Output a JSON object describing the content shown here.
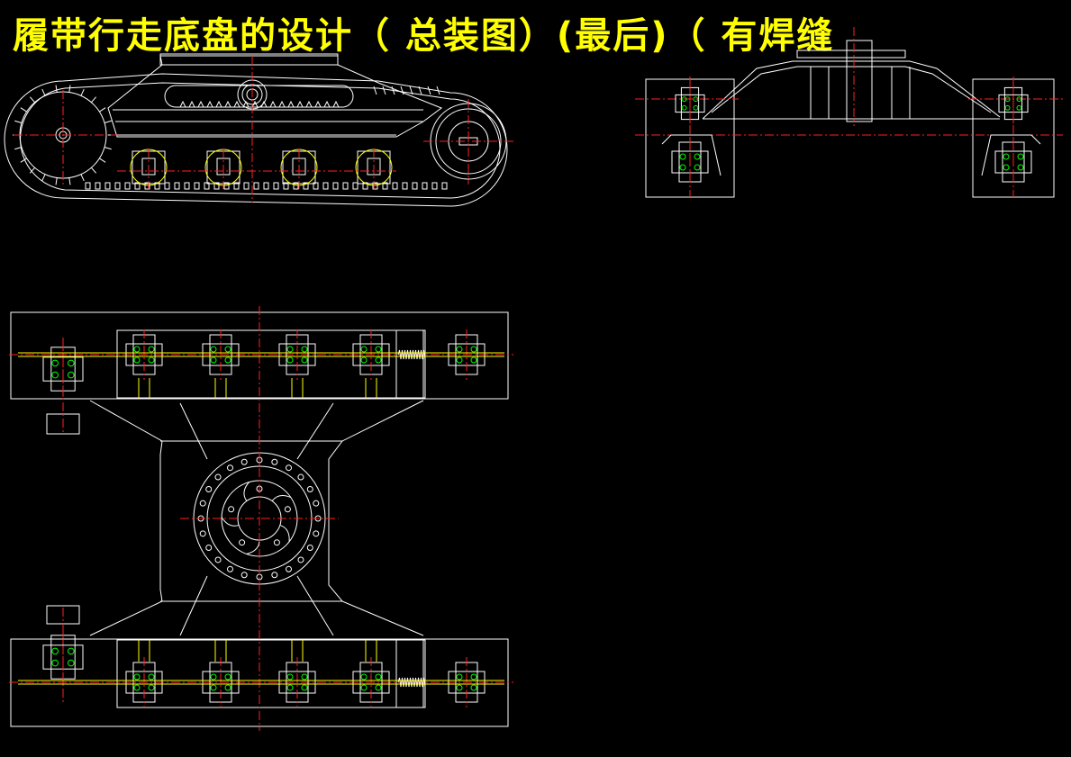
{
  "drawing": {
    "title": "履带行走底盘的设计（ 总装图）(最后)（ 有焊缝"
  },
  "colors": {
    "background": "#000000",
    "title": "#ffff00",
    "outline": "#ffffff",
    "centerline": "#ff2020",
    "bearing": "#00ff00"
  },
  "views": [
    "side-view",
    "front-view",
    "plan-view"
  ]
}
